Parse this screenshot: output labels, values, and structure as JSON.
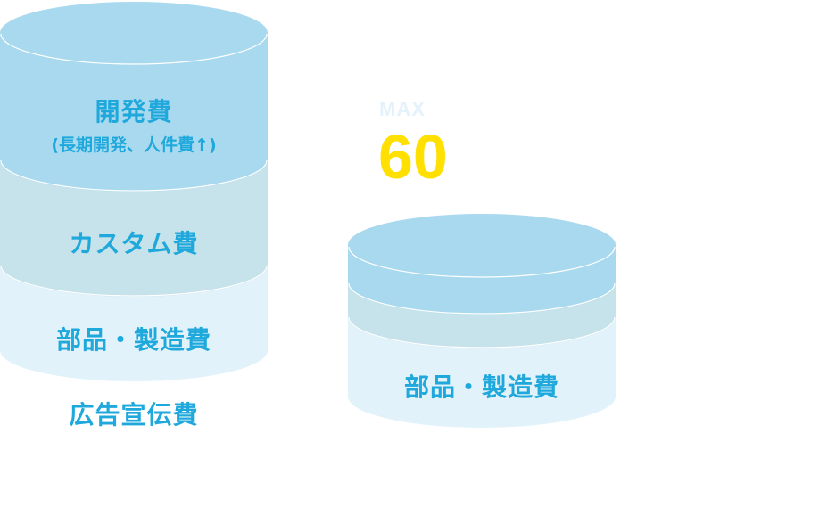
{
  "colors": {
    "layer_development": "#a9d9ee",
    "layer_custom": "#c6e2ea",
    "layer_parts": "#e2f2fa",
    "rim": "#ffffff",
    "label_text": "#1ea8dc",
    "max_value": "#ffe000",
    "max_label": "#e3f2fb"
  },
  "left_stack": {
    "layers": [
      {
        "label": "開発費",
        "sublabel": "(長期開発、人件費↑)",
        "color": "#a9d9ee"
      },
      {
        "label": "カスタム費",
        "color": "#c6e2ea"
      },
      {
        "label": "部品・製造費",
        "color": "#e2f2fa"
      }
    ],
    "caption": "広告宣伝費"
  },
  "right_stack": {
    "max_label": "MAX",
    "max_value": "60",
    "layers": [
      {
        "label": "",
        "color": "#a9d9ee"
      },
      {
        "label": "",
        "color": "#c6e2ea"
      },
      {
        "label": "部品・製造費",
        "color": "#e2f2fa"
      }
    ]
  }
}
